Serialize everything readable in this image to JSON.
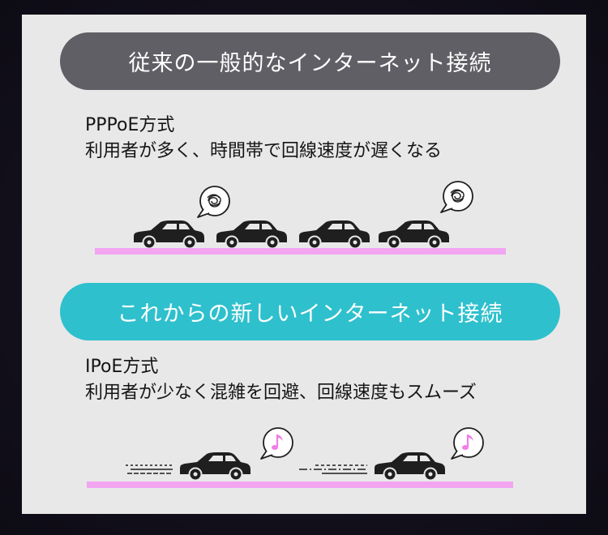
{
  "colors": {
    "banner_old_bg": "#5f5f65",
    "banner_new_bg": "#2ec0cd",
    "road": "#f2a6f2",
    "car": "#1f1f1f",
    "note_pink": "#f07ee8"
  },
  "old_section": {
    "banner": "従来の一般的なインターネット接続",
    "method": "PPPoE方式",
    "description": "利用者が多く、時間帯で回線速度が遅くなる",
    "bubble_icon": "tangled-scribble-icon"
  },
  "new_section": {
    "banner": "これからの新しいインターネット接続",
    "method": "IPoE方式",
    "description": "利用者が少なく混雑を回避、回線速度もスムーズ",
    "bubble_icon": "music-note-icon"
  }
}
